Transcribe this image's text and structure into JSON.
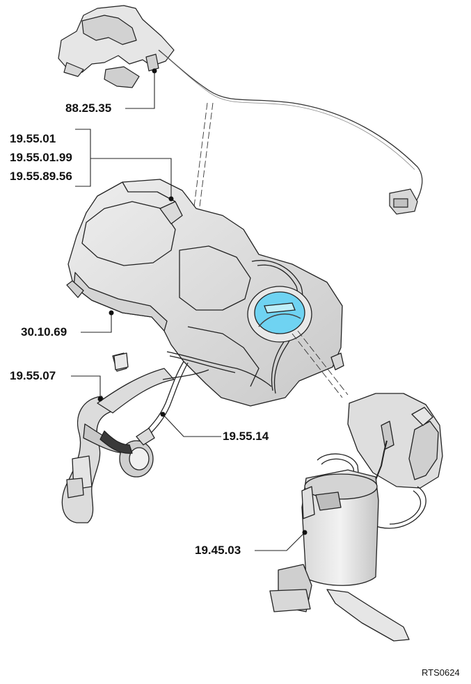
{
  "labels": {
    "l88_25_35": "88.25.35",
    "l19_55_01": "19.55.01",
    "l19_55_01_99": "19.55.01.99",
    "l19_55_89_56": "19.55.89.56",
    "l30_10_69": "30.10.69",
    "l19_55_07": "19.55.07",
    "l19_55_14": "19.55.14",
    "l19_45_03": "19.45.03"
  },
  "figure_ref": "RTS0624",
  "colors": {
    "line": "#222222",
    "metal": "#e2e2e2",
    "metal_dark": "#bdbdbd",
    "highlight": "#6fd3f2"
  }
}
